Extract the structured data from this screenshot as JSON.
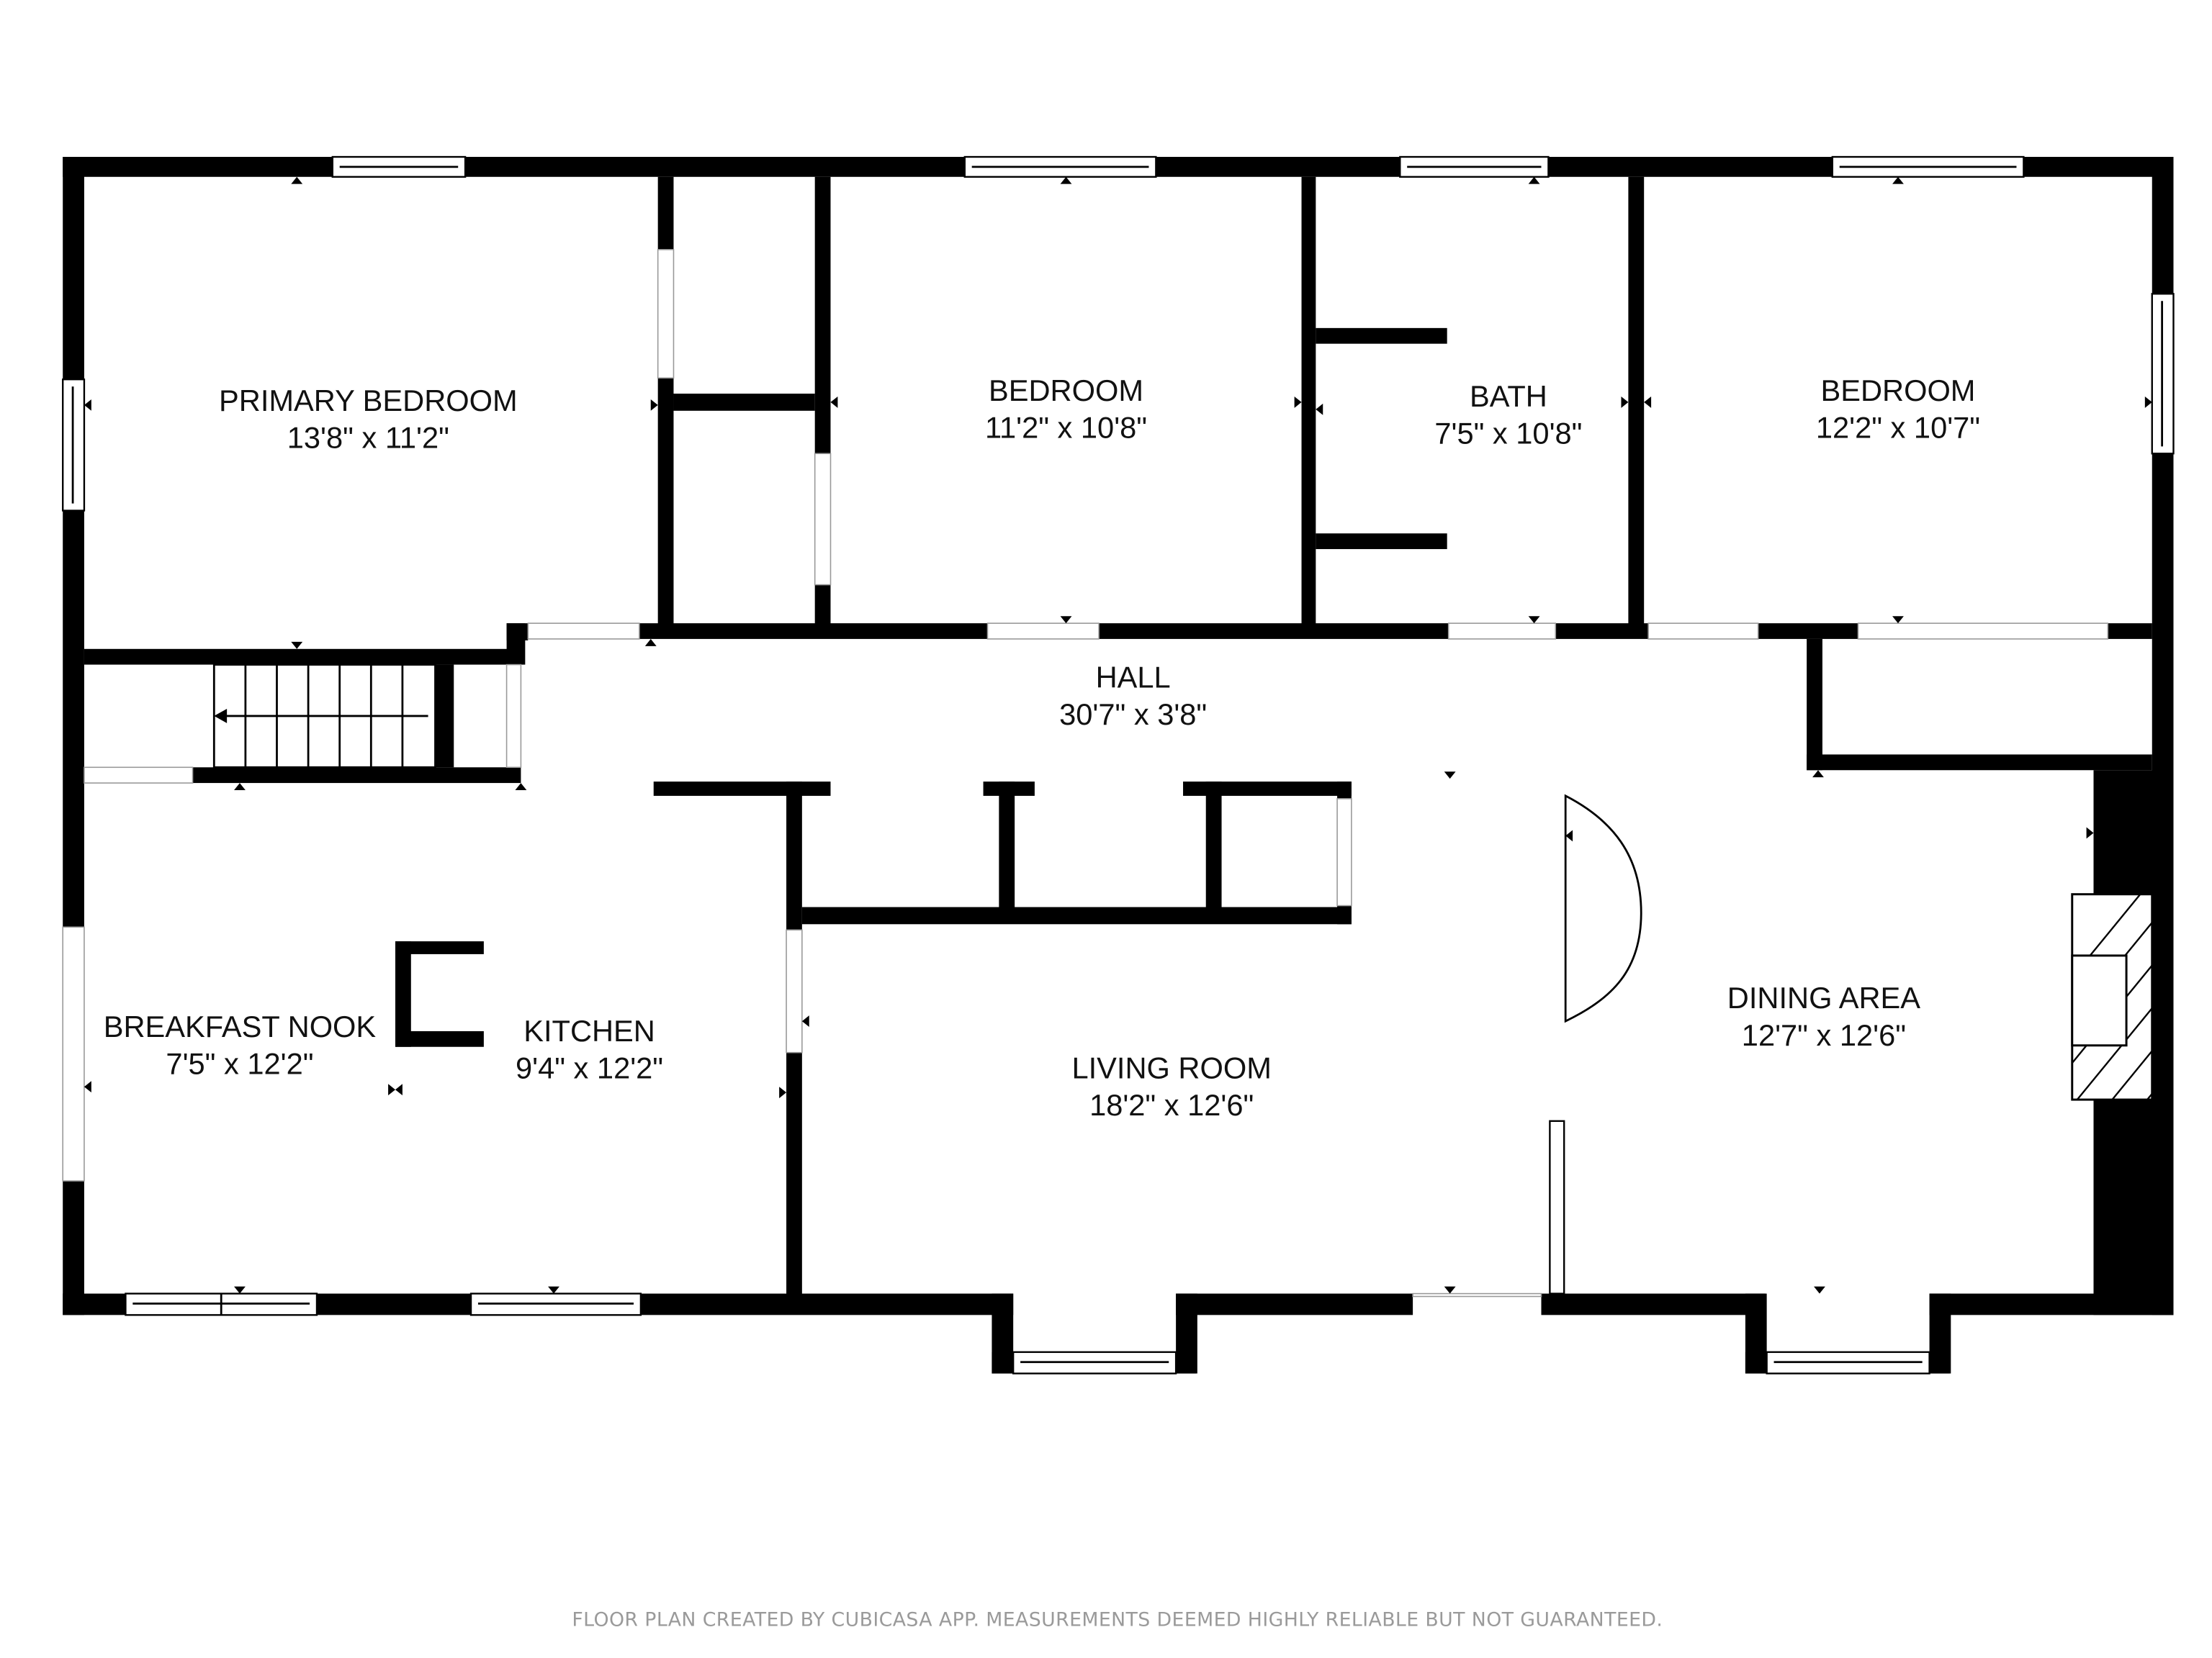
{
  "rooms": [
    {
      "name": "PRIMARY BEDROOM",
      "size": "13'8\" x 11'2\""
    },
    {
      "name": "BEDROOM",
      "size": "11'2\" x 10'8\""
    },
    {
      "name": "BATH",
      "size": "7'5\" x 10'8\""
    },
    {
      "name": "BEDROOM",
      "size": "12'2\" x 10'7\""
    },
    {
      "name": "HALL",
      "size": "30'7\" x 3'8\""
    },
    {
      "name": "BREAKFAST NOOK",
      "size": "7'5\" x 12'2\""
    },
    {
      "name": "KITCHEN",
      "size": "9'4\" x 12'2\""
    },
    {
      "name": "LIVING ROOM",
      "size": "18'2\" x 12'6\""
    },
    {
      "name": "DINING AREA",
      "size": "12'7\" x 12'6\""
    }
  ],
  "footer": "FLOOR PLAN CREATED BY CUBICASA APP. MEASUREMENTS DEEMED HIGHLY RELIABLE BUT NOT GUARANTEED.",
  "colors": {
    "wall": "#000000",
    "footer": "#9a9a9a"
  }
}
